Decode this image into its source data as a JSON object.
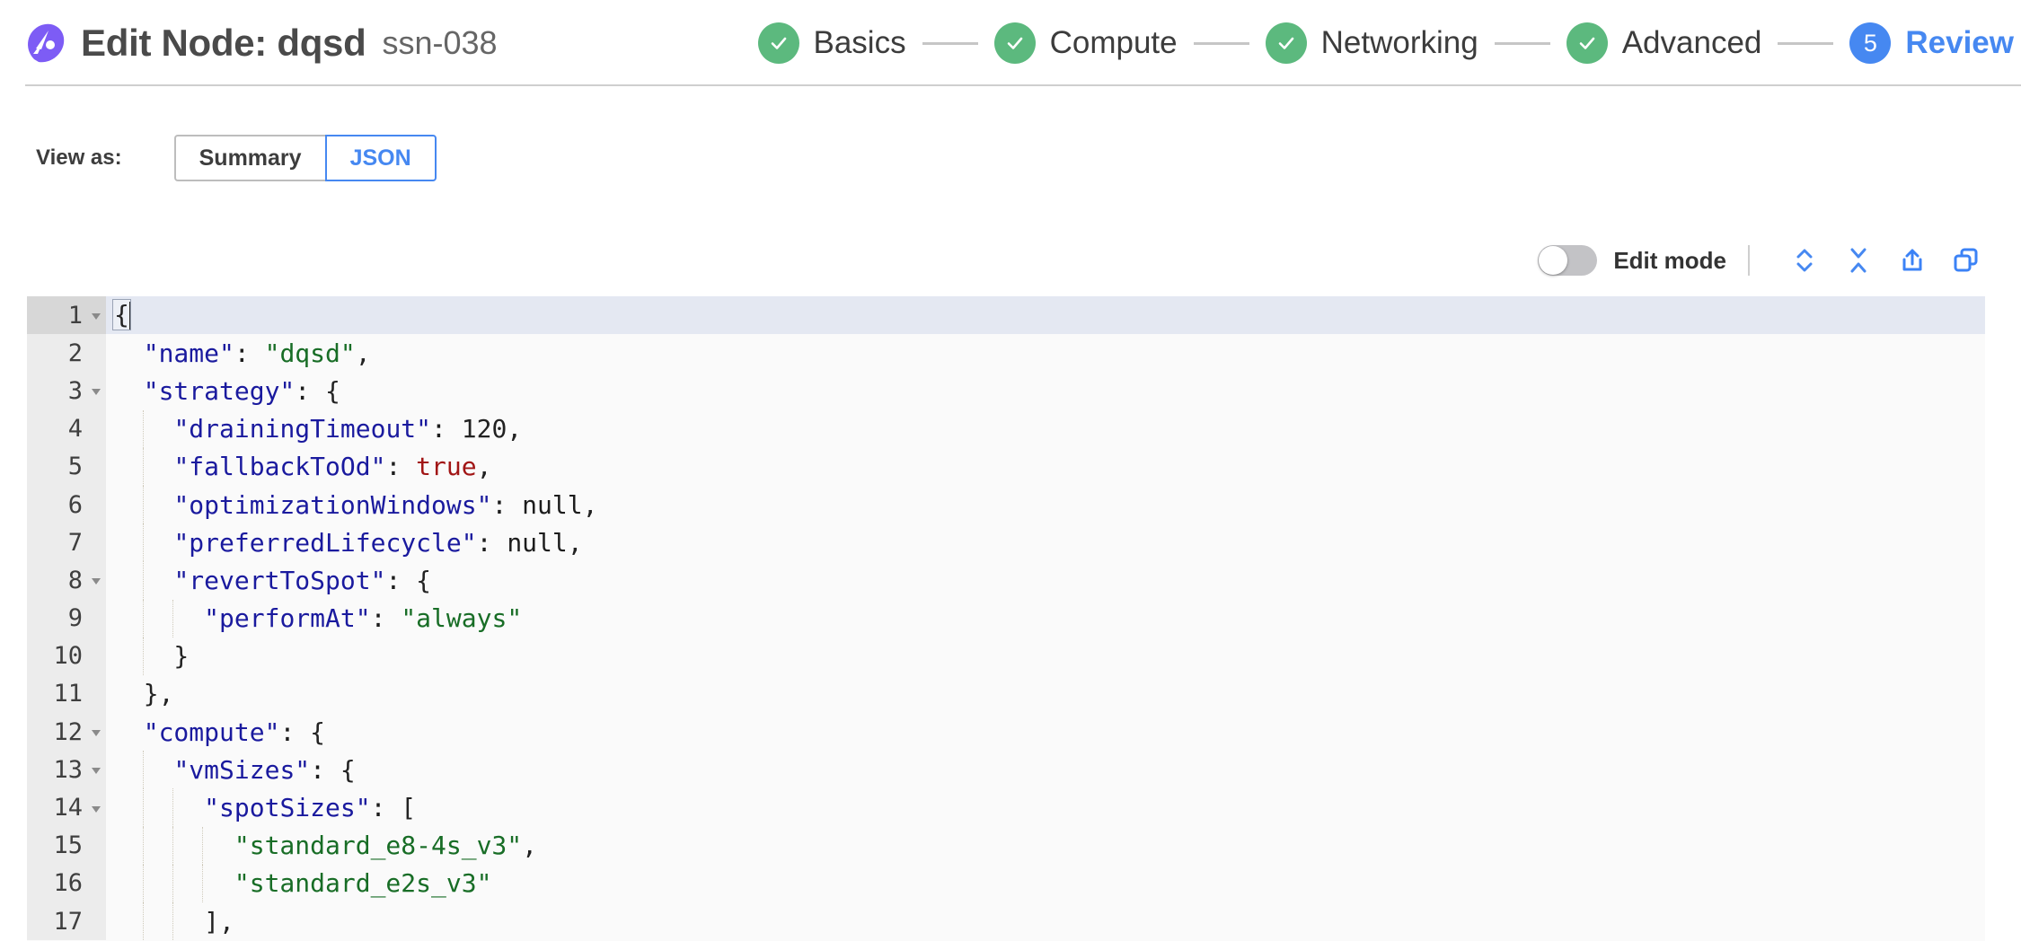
{
  "header": {
    "logo_icon": "spot-rocket-logo",
    "title": "Edit Node: dqsd",
    "subtitle": "ssn-038",
    "steps": [
      {
        "label": "Basics",
        "state": "done",
        "marker": "✓"
      },
      {
        "label": "Compute",
        "state": "done",
        "marker": "✓"
      },
      {
        "label": "Networking",
        "state": "done",
        "marker": "✓"
      },
      {
        "label": "Advanced",
        "state": "done",
        "marker": "✓"
      },
      {
        "label": "Review",
        "state": "active",
        "marker": "5"
      }
    ]
  },
  "view_as": {
    "label": "View as:",
    "options": [
      {
        "label": "Summary",
        "selected": false
      },
      {
        "label": "JSON",
        "selected": true
      }
    ]
  },
  "toolbar": {
    "edit_mode_label": "Edit mode",
    "edit_mode_on": false,
    "actions": [
      {
        "name": "expand-all-icon",
        "title": "Expand all"
      },
      {
        "name": "collapse-all-icon",
        "title": "Collapse all"
      },
      {
        "name": "share-icon",
        "title": "Export"
      },
      {
        "name": "copy-icon",
        "title": "Copy"
      }
    ]
  },
  "colors": {
    "accent_blue": "#4688f1",
    "step_done_green": "#5cb97e",
    "logo_purple": "#7d5cf5",
    "json_key": "#1a1a9e",
    "json_string": "#186d26",
    "json_number": "#a11515",
    "active_line": "#e4e8f2"
  },
  "editor": {
    "current_line": 1,
    "lines": [
      {
        "n": 1,
        "fold": true,
        "indent": 0,
        "text": "{"
      },
      {
        "n": 2,
        "fold": false,
        "indent": 1,
        "text": "\"name\": \"dqsd\","
      },
      {
        "n": 3,
        "fold": true,
        "indent": 1,
        "text": "\"strategy\": {"
      },
      {
        "n": 4,
        "fold": false,
        "indent": 2,
        "text": "\"drainingTimeout\": 120,"
      },
      {
        "n": 5,
        "fold": false,
        "indent": 2,
        "text": "\"fallbackToOd\": true,"
      },
      {
        "n": 6,
        "fold": false,
        "indent": 2,
        "text": "\"optimizationWindows\": null,"
      },
      {
        "n": 7,
        "fold": false,
        "indent": 2,
        "text": "\"preferredLifecycle\": null,"
      },
      {
        "n": 8,
        "fold": true,
        "indent": 2,
        "text": "\"revertToSpot\": {"
      },
      {
        "n": 9,
        "fold": false,
        "indent": 3,
        "text": "\"performAt\": \"always\""
      },
      {
        "n": 10,
        "fold": false,
        "indent": 2,
        "text": "}"
      },
      {
        "n": 11,
        "fold": false,
        "indent": 1,
        "text": "},"
      },
      {
        "n": 12,
        "fold": true,
        "indent": 1,
        "text": "\"compute\": {"
      },
      {
        "n": 13,
        "fold": true,
        "indent": 2,
        "text": "\"vmSizes\": {"
      },
      {
        "n": 14,
        "fold": true,
        "indent": 3,
        "text": "\"spotSizes\": ["
      },
      {
        "n": 15,
        "fold": false,
        "indent": 4,
        "text": "\"standard_e8-4s_v3\","
      },
      {
        "n": 16,
        "fold": false,
        "indent": 4,
        "text": "\"standard_e2s_v3\""
      },
      {
        "n": 17,
        "fold": false,
        "indent": 3,
        "text": "],"
      }
    ],
    "json_document": {
      "name": "dqsd",
      "strategy": {
        "drainingTimeout": 120,
        "fallbackToOd": true,
        "optimizationWindows": null,
        "preferredLifecycle": null,
        "revertToSpot": {
          "performAt": "always"
        }
      },
      "compute": {
        "vmSizes": {
          "spotSizes": [
            "standard_e8-4s_v3",
            "standard_e2s_v3"
          ]
        }
      }
    }
  }
}
